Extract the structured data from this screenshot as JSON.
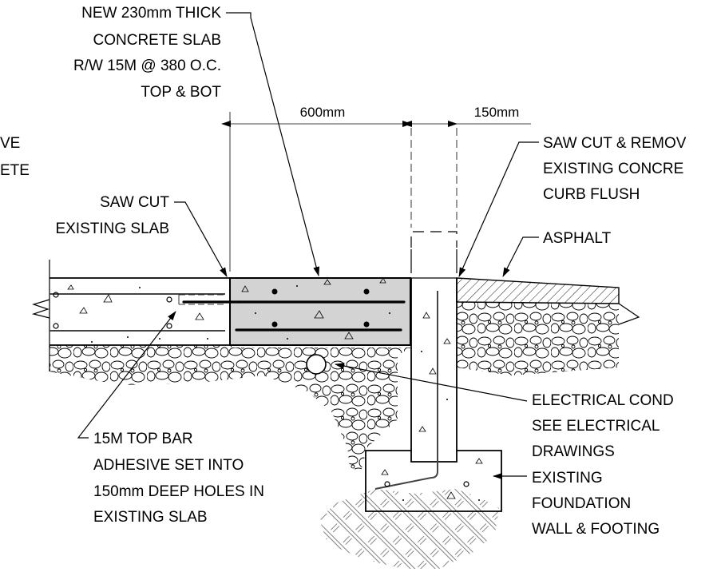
{
  "labels": {
    "new_slab": [
      "NEW 230mm THICK",
      "CONCRETE SLAB",
      "R/W 15M @ 380 O.C.",
      "TOP & BOT"
    ],
    "left_partial": [
      "VE",
      "ETE"
    ],
    "saw_cut_slab": [
      "SAW CUT",
      "EXISTING SLAB"
    ],
    "saw_cut_curb": [
      "SAW CUT & REMOV",
      "EXISTING CONCRE",
      "CURB FLUSH"
    ],
    "asphalt": [
      "ASPHALT"
    ],
    "electrical": [
      "ELECTRICAL COND",
      "SEE ELECTRICAL",
      "DRAWINGS"
    ],
    "top_bar": [
      "15M  TOP BAR",
      "ADHESIVE SET INTO",
      "150mm DEEP HOLES IN",
      "EXISTING SLAB"
    ],
    "foundation": [
      "EXISTING",
      "FOUNDATION",
      "WALL & FOOTING"
    ]
  },
  "dimensions": {
    "slab_width": "600mm",
    "wall_offset": "150mm"
  },
  "colors": {
    "new_slab_fill": "#d3d3d3",
    "line": "#000000"
  }
}
